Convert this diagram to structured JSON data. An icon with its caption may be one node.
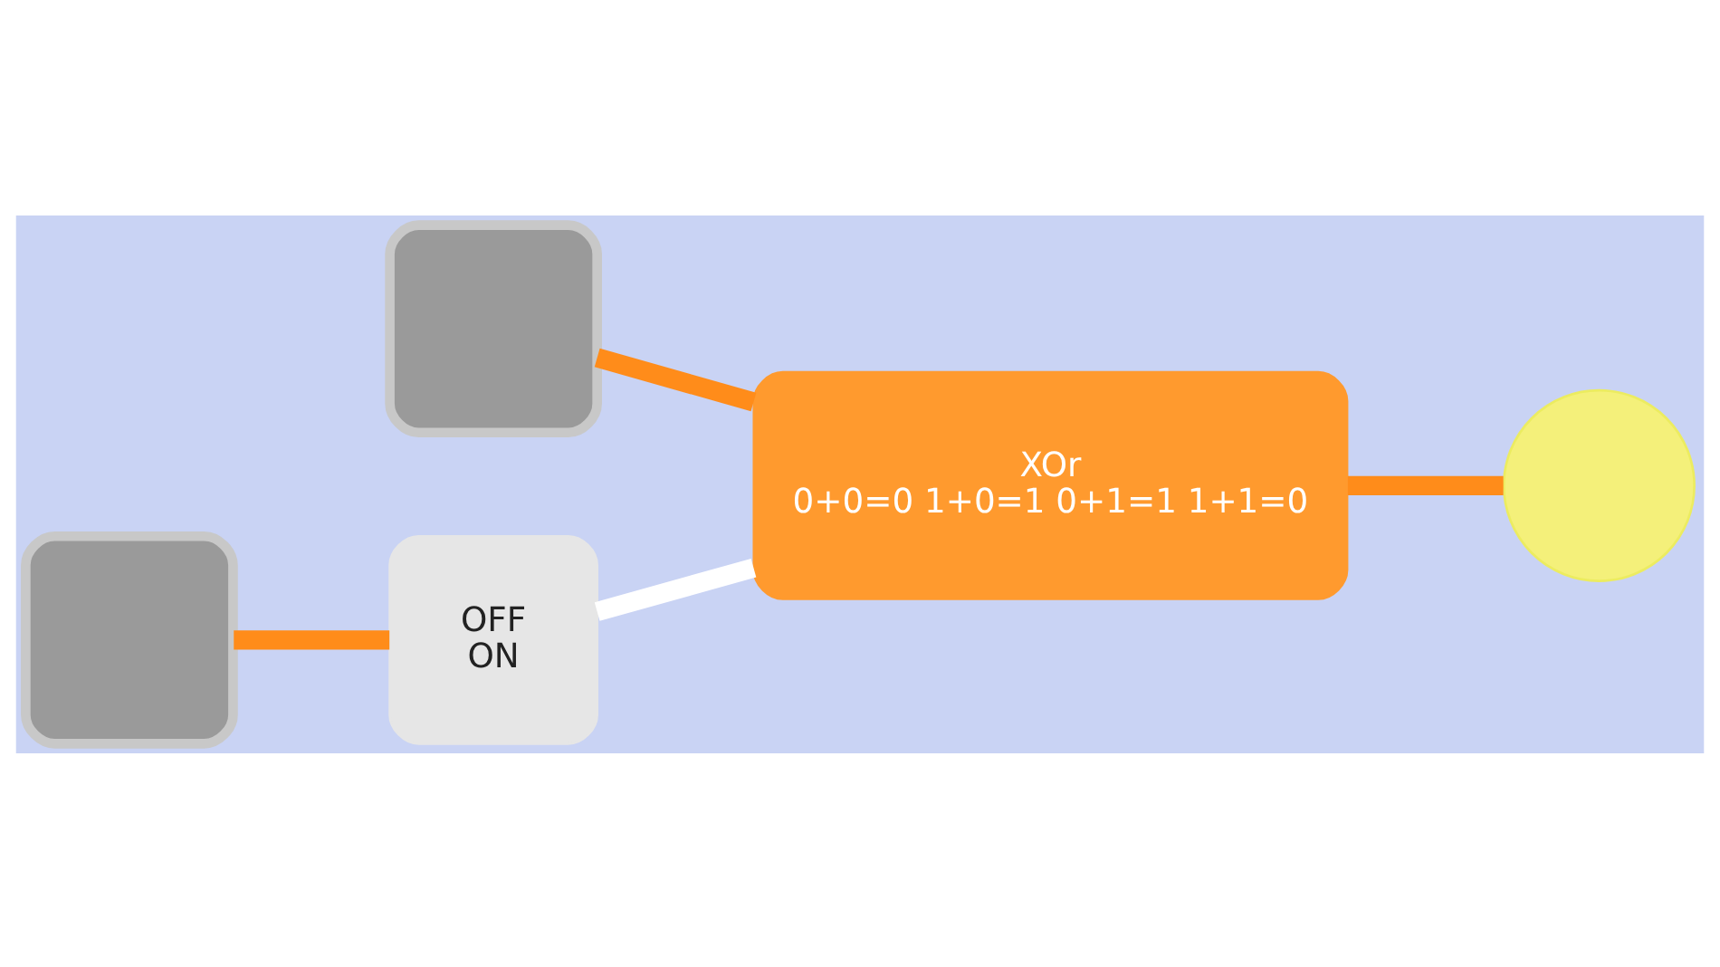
{
  "diagram": {
    "nodes": [
      {
        "text": [],
        "shape": "box"
      },
      {
        "text": [],
        "shape": "box"
      },
      {
        "text": [
          "OFF",
          "ON"
        ]
      },
      {
        "text": [
          "XOr",
          "0+0=0 1+0=1 0+1=1 1+1=0"
        ]
      },
      {
        "text": [],
        "shape": "circle"
      }
    ],
    "edges": [
      {
        "from": 0,
        "to": 3,
        "arrow": "none"
      },
      {
        "from": 1,
        "to": 2,
        "arrow": "none"
      },
      {
        "from": 2,
        "to": 3,
        "arrow": "none",
        "color": "#ffffff"
      },
      {
        "from": 3,
        "to": 4,
        "arrow": "none"
      }
    ]
  }
}
